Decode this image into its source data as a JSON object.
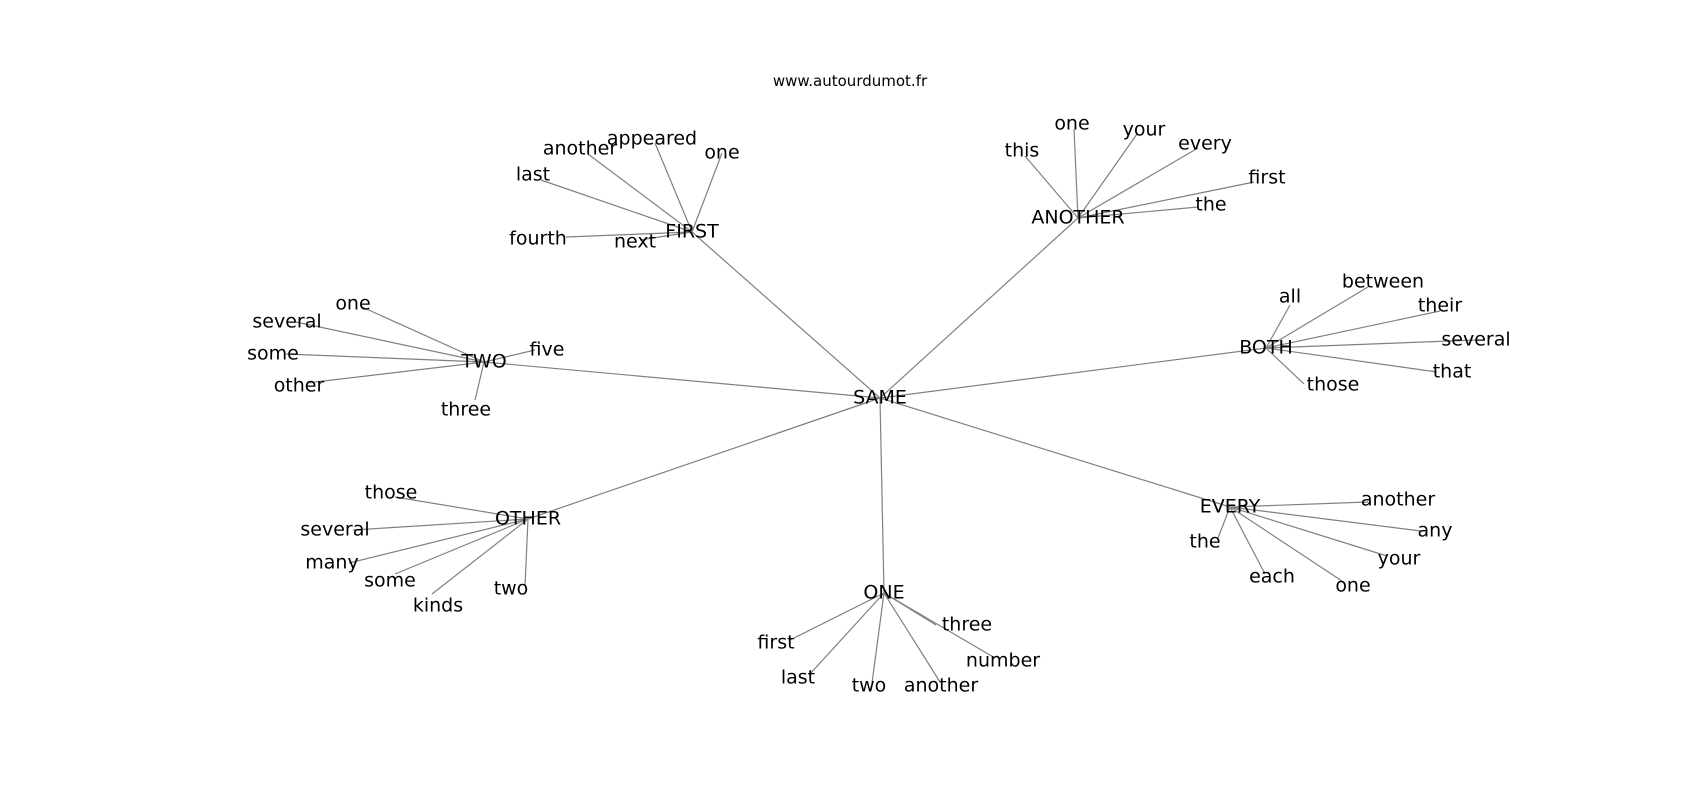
{
  "watermark": "www.autourdumot.fr",
  "graph": {
    "center": "SAME",
    "clusters": [
      {
        "label": "FIRST",
        "words": [
          "another",
          "appeared",
          "one",
          "last",
          "fourth",
          "next"
        ]
      },
      {
        "label": "ANOTHER",
        "words": [
          "this",
          "one",
          "your",
          "every",
          "first",
          "the"
        ]
      },
      {
        "label": "TWO",
        "words": [
          "one",
          "several",
          "some",
          "other",
          "three",
          "five"
        ]
      },
      {
        "label": "BOTH",
        "words": [
          "all",
          "between",
          "their",
          "several",
          "that",
          "those"
        ]
      },
      {
        "label": "OTHER",
        "words": [
          "those",
          "several",
          "many",
          "some",
          "kinds",
          "two"
        ]
      },
      {
        "label": "ONE",
        "words": [
          "first",
          "last",
          "two",
          "another",
          "number",
          "three"
        ]
      },
      {
        "label": "EVERY",
        "words": [
          "another",
          "any",
          "your",
          "one",
          "each",
          "the"
        ]
      }
    ]
  }
}
